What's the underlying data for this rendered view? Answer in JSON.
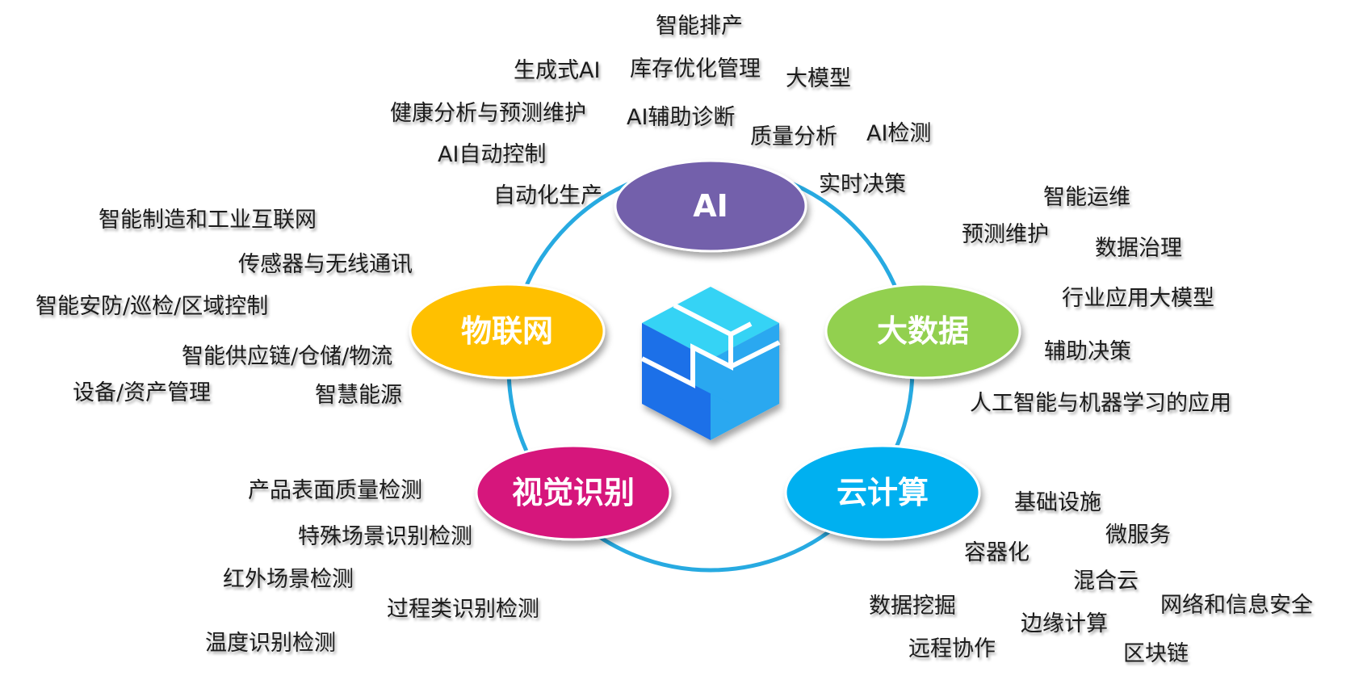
{
  "nodes": {
    "ai": {
      "label": "AI",
      "color": "#7360ab"
    },
    "bigdata": {
      "label": "大数据",
      "color": "#92d050"
    },
    "cloud": {
      "label": "云计算",
      "color": "#00b0f0"
    },
    "vision": {
      "label": "视觉识别",
      "color": "#d6197c"
    },
    "iot": {
      "label": "物联网",
      "color": "#ffc000"
    }
  },
  "ring_color": "#27aae1",
  "logo_colors": {
    "light": "#35d3f5",
    "mid": "#29a8f0",
    "dark": "#1f6fe8"
  },
  "terms": {
    "ai": [
      "智能排产",
      "生成式AI",
      "库存优化管理",
      "大模型",
      "健康分析与预测维护",
      "AI辅助诊断",
      "质量分析",
      "AI检测",
      "AI自动控制",
      "实时决策",
      "自动化生产"
    ],
    "bigdata": [
      "智能运维",
      "预测维护",
      "数据治理",
      "行业应用大模型",
      "辅助决策",
      "人工智能与机器学习的应用"
    ],
    "cloud": [
      "基础设施",
      "微服务",
      "容器化",
      "混合云",
      "数据挖掘",
      "边缘计算",
      "网络和信息安全",
      "远程协作",
      "区块链"
    ],
    "vision": [
      "产品表面质量检测",
      "特殊场景识别检测",
      "红外场景检测",
      "过程类识别检测",
      "温度识别检测"
    ],
    "iot": [
      "智能制造和工业互联网",
      "传感器与无线通讯",
      "智能安防/巡检/区域控制",
      "智能供应链/仓储/物流",
      "设备/资产管理",
      "智慧能源"
    ]
  }
}
